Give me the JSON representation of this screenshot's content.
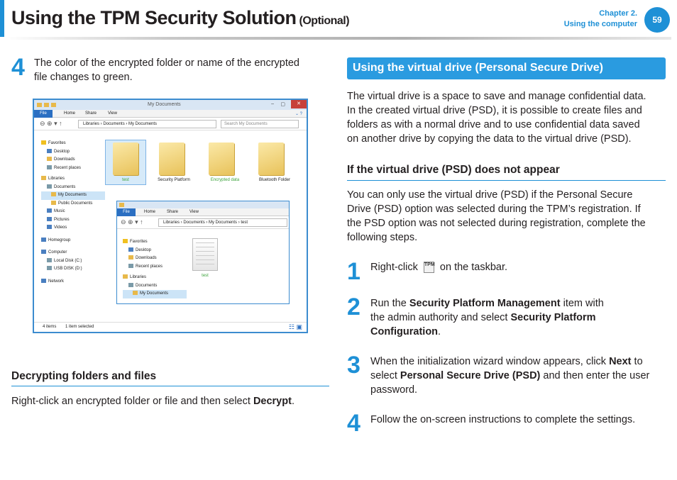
{
  "header": {
    "title": "Using the TPM Security Solution",
    "title_suffix": "(Optional)",
    "chapter": "Chapter 2.",
    "chapter_sub": "Using the computer",
    "page_number": "59"
  },
  "left": {
    "step4_num": "4",
    "step4_line1": "The color of the encrypted folder or name of the encrypted",
    "step4_line2": "file changes to green.",
    "decrypt_heading": "Decrypting folders and files",
    "decrypt_text": "Right-click an encrypted folder or file and then select ",
    "decrypt_bold": "Decrypt",
    "decrypt_end": "."
  },
  "screenshot": {
    "title": "My Documents",
    "ribbon": [
      "File",
      "Home",
      "Share",
      "View"
    ],
    "address": "Libraries  ›  Documents  ›  My Documents",
    "search_placeholder": "Search My Documents",
    "nav": [
      "Favorites",
      "Desktop",
      "Downloads",
      "Recent places",
      "Libraries",
      "Documents",
      "My Documents",
      "Public Documents",
      "Music",
      "Pictures",
      "Videos",
      "Homegroup",
      "Computer",
      "Local Disk (C:)",
      "USB DISK (D:)",
      "Network"
    ],
    "folders": [
      "test",
      "Security Platform",
      "Encrypted data",
      "Bluetooth Folder"
    ],
    "status_items": "4 items",
    "status_selected": "1 item selected",
    "inner": {
      "ribbon": [
        "File",
        "Home",
        "Share",
        "View"
      ],
      "address": "Libraries  ›  Documents  ›  My Documents  ›  test",
      "nav": [
        "Favorites",
        "Desktop",
        "Downloads",
        "Recent places",
        "Libraries",
        "Documents",
        "My Documents"
      ],
      "file": "test"
    }
  },
  "right": {
    "section_title": "Using the virtual drive (Personal Secure Drive)",
    "intro": [
      "The virtual drive is a space to save and manage confidential data.",
      "In the created virtual drive (PSD), it is possible to create files and",
      "folders as with a normal drive and to use confidential data saved",
      "on another drive by copying the data to the virtual drive (PSD)."
    ],
    "sub_heading": "If the virtual drive (PSD) does not appear",
    "sub_text": [
      "You can only use the virtual drive (PSD) if the Personal Secure",
      "Drive (PSD) option was selected during the TPM’s registration. If",
      "the PSD option was not selected during registration, complete the",
      "following steps."
    ],
    "tpm_icon_text": "TPM",
    "steps": [
      {
        "num": "1",
        "a": "Right-click ",
        "b": " on the taskbar."
      },
      {
        "num": "2",
        "a": "Run the ",
        "bold1": "Security Platform Management",
        "c": " item with",
        "d": "the admin authority and select ",
        "bold2": "Security Platform",
        "bold3": "Configuration",
        "e": "."
      },
      {
        "num": "3",
        "a": "When the initialization wizard window appears, click ",
        "bold1": "Next",
        "c": " to",
        "d": "select ",
        "bold2": "Personal Secure Drive (PSD)",
        "e": " and then enter the user",
        "f": "password."
      },
      {
        "num": "4",
        "a": "Follow the on-screen instructions to complete the settings."
      }
    ]
  },
  "colors": {
    "accent": "#1e90d6",
    "section_bar": "#2a9be0",
    "encrypted_green": "#3aa23a"
  }
}
